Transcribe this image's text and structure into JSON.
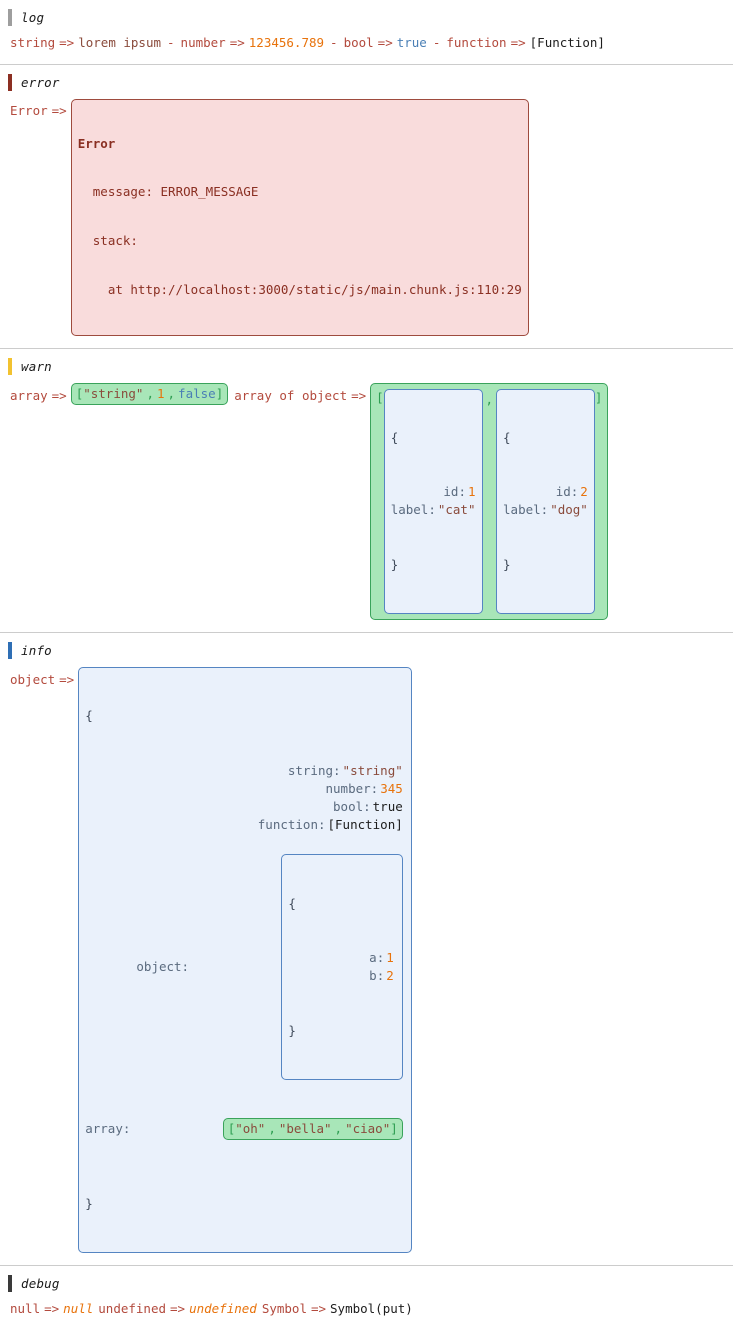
{
  "colors": {
    "log_bar": "#9e9e9e",
    "error_bar": "#8c2f22",
    "warn_bar": "#f2c230",
    "info_bar": "#2f6fb5",
    "debug_bar": "#3a3a3a",
    "string": "#8a4b3c",
    "number": "#e8730c",
    "boolean": "#4a7fb5",
    "label": "#b34a3d",
    "array_bg": "#a8e6b8",
    "array_border": "#3aa35b",
    "object_bg": "#eaf1fb",
    "object_border": "#5585c2",
    "error_bg": "#f9dcdc",
    "error_border": "#9e4b3e",
    "divider": "#cccccc"
  },
  "groups": [
    {
      "level": "log",
      "entries": [
        {
          "label": "string",
          "arrow": "=>",
          "value": "lorem ipsum",
          "kind": "string"
        },
        {
          "label": "number",
          "arrow": "=>",
          "value": "123456.789",
          "kind": "number"
        },
        {
          "label": "bool",
          "arrow": "=>",
          "value": "true",
          "kind": "boolean"
        },
        {
          "label": "function",
          "arrow": "=>",
          "value": "[Function]",
          "kind": "function"
        }
      ],
      "separator": "-"
    },
    {
      "level": "error",
      "error_entry": {
        "label": "Error",
        "arrow": "=>",
        "title": "Error",
        "message_key": "message:",
        "message_value": "ERROR_MESSAGE",
        "stack_key": "stack:",
        "stack_value": "at http://localhost:3000/static/js/main.chunk.js:110:29"
      }
    },
    {
      "level": "warn",
      "array_entry": {
        "label": "array",
        "arrow": "=>",
        "open": "[",
        "close": "]",
        "items": [
          {
            "text": "\"string\"",
            "kind": "string"
          },
          {
            "text": "1",
            "kind": "number"
          },
          {
            "text": "false",
            "kind": "boolean"
          }
        ]
      },
      "array_of_object_entry": {
        "label": "array of object",
        "arrow": "=>",
        "open": "[",
        "close": "]",
        "comma": ",",
        "objects": [
          {
            "open": "{",
            "close": "}",
            "rows": [
              {
                "key": "id:",
                "value": "1",
                "kind": "number"
              },
              {
                "key": "label:",
                "value": "\"cat\"",
                "kind": "string"
              }
            ]
          },
          {
            "open": "{",
            "close": "}",
            "rows": [
              {
                "key": "id:",
                "value": "2",
                "kind": "number"
              },
              {
                "key": "label:",
                "value": "\"dog\"",
                "kind": "string"
              }
            ]
          }
        ]
      }
    },
    {
      "level": "info",
      "object_entry": {
        "label": "object",
        "arrow": "=>",
        "open": "{",
        "close": "}",
        "rows": [
          {
            "key": "string:",
            "value": "\"string\"",
            "kind": "string"
          },
          {
            "key": "number:",
            "value": "345",
            "kind": "number"
          },
          {
            "key": "bool:",
            "value": "true",
            "kind": "function"
          },
          {
            "key": "function:",
            "value": "[Function]",
            "kind": "function"
          }
        ],
        "nested_object": {
          "key": "object:",
          "open": "{",
          "close": "}",
          "rows": [
            {
              "key": "a:",
              "value": "1",
              "kind": "number"
            },
            {
              "key": "b:",
              "value": "2",
              "kind": "number"
            }
          ]
        },
        "nested_array": {
          "key": "array:",
          "open": "[",
          "close": "]",
          "items": [
            {
              "text": "\"oh\"",
              "kind": "string"
            },
            {
              "text": "\"bella\"",
              "kind": "string"
            },
            {
              "text": "\"ciao\"",
              "kind": "string"
            }
          ]
        }
      }
    },
    {
      "level": "debug",
      "entries": [
        {
          "label": "null",
          "arrow": "=>",
          "value": "null",
          "kind": "null"
        },
        {
          "label": "undefined",
          "arrow": "=>",
          "value": "undefined",
          "kind": "undefined"
        },
        {
          "label": "Symbol",
          "arrow": "=>",
          "value": "Symbol(put)",
          "kind": "symbol"
        }
      ]
    }
  ]
}
